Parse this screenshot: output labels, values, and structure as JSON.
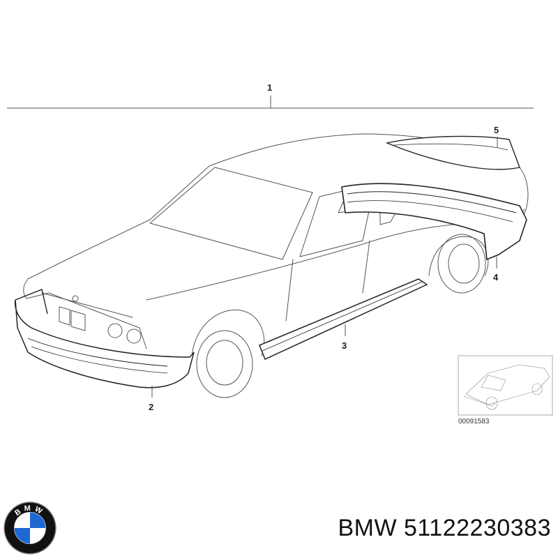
{
  "diagram": {
    "callouts": [
      "1",
      "2",
      "3",
      "4",
      "5"
    ],
    "reference_code": "00091583"
  },
  "footer": {
    "brand": "BMW",
    "part_number": "51122230383"
  },
  "logo": {
    "letters": "BMW",
    "colors": {
      "ring": "#111111",
      "blue": "#1c69d4",
      "white": "#ffffff"
    }
  },
  "colors": {
    "line": "#444444",
    "part": "#222222"
  }
}
